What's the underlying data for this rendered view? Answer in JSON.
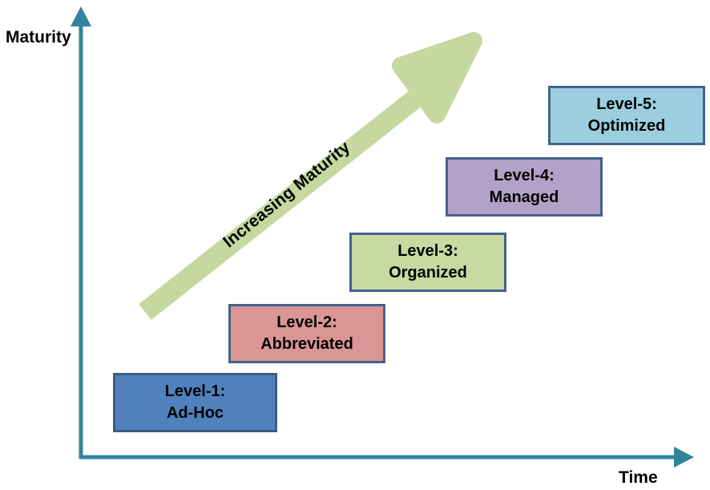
{
  "diagram": {
    "y_axis_label": "Maturity",
    "x_axis_label": "Time",
    "axis_color": "#31849B",
    "arrow_label": "Increasing Maturity",
    "arrow_color": "#C6D89F",
    "text_color": "#000000"
  },
  "levels": [
    {
      "id": "level-1",
      "line1": "Level-1:",
      "line2": "Ad-Hoc",
      "fill": "#4F81BD",
      "border": "#3D5C80"
    },
    {
      "id": "level-2",
      "line1": "Level-2:",
      "line2": "Abbreviated",
      "fill": "#D99694",
      "border": "#44618C"
    },
    {
      "id": "level-3",
      "line1": "Level-3:",
      "line2": "Organized",
      "fill": "#C9D9A2",
      "border": "#44618C"
    },
    {
      "id": "level-4",
      "line1": "Level-4:",
      "line2": "Managed",
      "fill": "#B3A2C7",
      "border": "#44618C"
    },
    {
      "id": "level-5",
      "line1": "Level-5:",
      "line2": "Optimized",
      "fill": "#9BCFDF",
      "border": "#44618C"
    }
  ]
}
